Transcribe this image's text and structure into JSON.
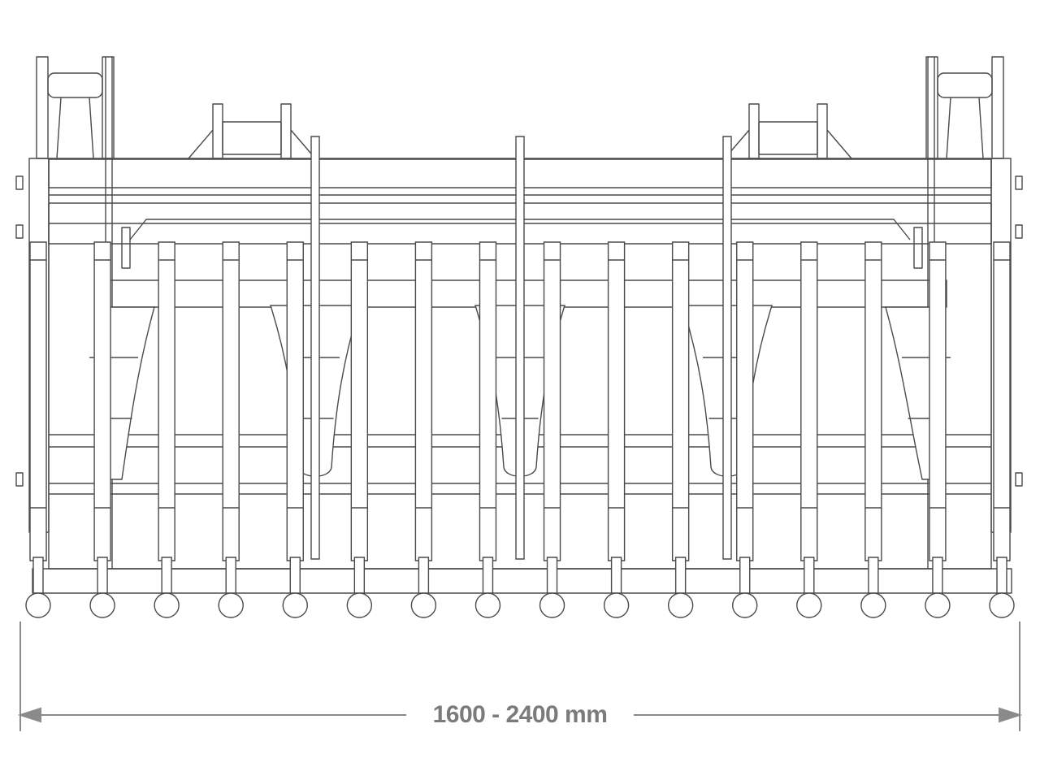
{
  "dimension": {
    "label": "1600 - 2400 mm"
  },
  "colors": {
    "line": "#4a4a4a",
    "dimension": "#8a8a8a",
    "background": "#ffffff"
  },
  "drawing": {
    "tine_count": 16,
    "rib_count": 5,
    "guide_rod_count": 3
  }
}
